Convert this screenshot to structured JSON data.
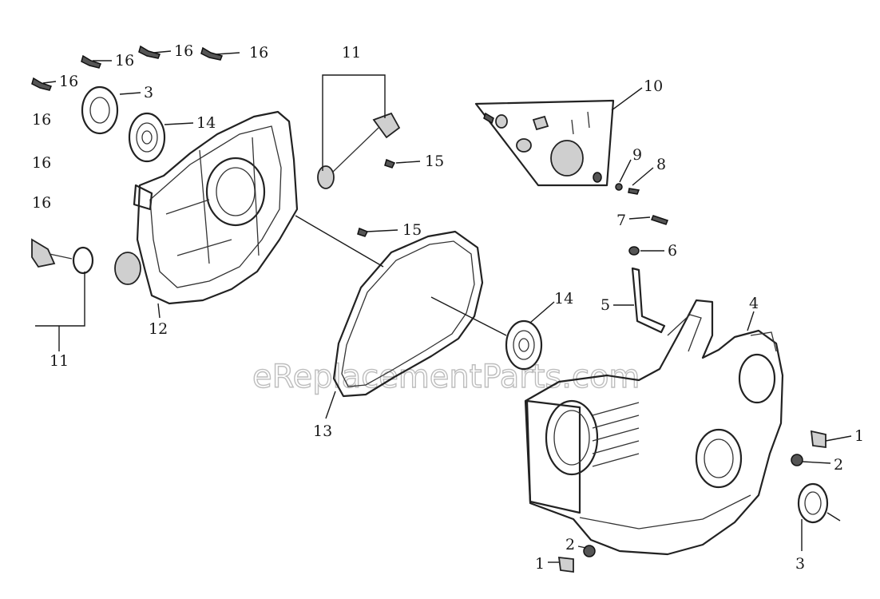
{
  "watermark": "eReplacementParts.com",
  "callouts": [
    {
      "id": "c16a",
      "text": "16"
    },
    {
      "id": "c16b",
      "text": "16"
    },
    {
      "id": "c16c",
      "text": "16"
    },
    {
      "id": "c16d",
      "text": "16"
    },
    {
      "id": "c16e",
      "text": "16"
    },
    {
      "id": "c16f",
      "text": "16"
    },
    {
      "id": "c16g",
      "text": "16"
    },
    {
      "id": "c3a",
      "text": "3"
    },
    {
      "id": "c14a",
      "text": "14"
    },
    {
      "id": "c11a",
      "text": "11"
    },
    {
      "id": "c15a",
      "text": "15"
    },
    {
      "id": "c10",
      "text": "10"
    },
    {
      "id": "c9",
      "text": "9"
    },
    {
      "id": "c8",
      "text": "8"
    },
    {
      "id": "c7",
      "text": "7"
    },
    {
      "id": "c6",
      "text": "6"
    },
    {
      "id": "c15b",
      "text": "15"
    },
    {
      "id": "c5",
      "text": "5"
    },
    {
      "id": "c14b",
      "text": "14"
    },
    {
      "id": "c4",
      "text": "4"
    },
    {
      "id": "c12",
      "text": "12"
    },
    {
      "id": "c11b",
      "text": "11"
    },
    {
      "id": "c13",
      "text": "13"
    },
    {
      "id": "c1a",
      "text": "1"
    },
    {
      "id": "c2a",
      "text": "2"
    },
    {
      "id": "c3b",
      "text": "3"
    },
    {
      "id": "c2b",
      "text": "2"
    },
    {
      "id": "c1b",
      "text": "1"
    }
  ]
}
